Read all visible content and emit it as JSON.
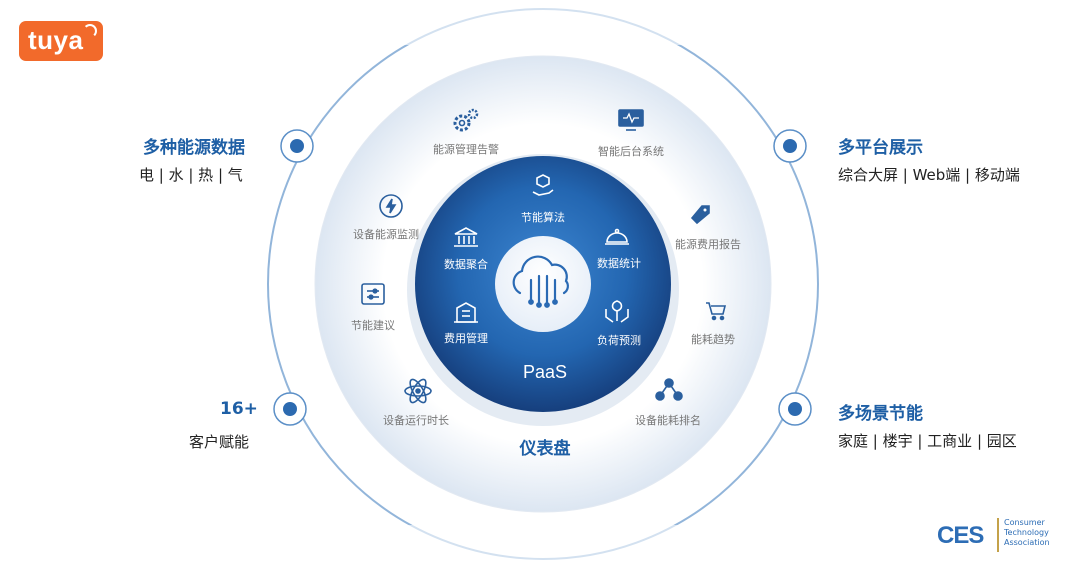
{
  "logo": {
    "text": "tuya"
  },
  "core": {
    "label": "PaaS"
  },
  "dashboard": {
    "label": "仪表盘"
  },
  "inner_ring": [
    {
      "label": "节能算法",
      "icon": "cube-hand-icon"
    },
    {
      "label": "数据统计",
      "icon": "cloche-icon"
    },
    {
      "label": "负荷预测",
      "icon": "plant-hands-icon"
    },
    {
      "label": "费用管理",
      "icon": "building-icon"
    },
    {
      "label": "数据聚合",
      "icon": "bank-icon"
    }
  ],
  "outer_ring": [
    {
      "label": "能源管理告警",
      "icon": "gears-icon"
    },
    {
      "label": "智能后台系统",
      "icon": "monitor-icon"
    },
    {
      "label": "能源费用报告",
      "icon": "tag-icon"
    },
    {
      "label": "能耗趋势",
      "icon": "cart-icon"
    },
    {
      "label": "设备能耗排名",
      "icon": "network-icon"
    },
    {
      "label": "设备运行时长",
      "icon": "atom-icon"
    },
    {
      "label": "节能建议",
      "icon": "sliders-icon"
    },
    {
      "label": "设备能源监测",
      "icon": "eco-energy-icon"
    }
  ],
  "left_top": {
    "title": "多种能源数据",
    "subtitle": "电 | 水 | 热 | 气"
  },
  "left_bottom": {
    "title": "16+",
    "subtitle": "客户赋能"
  },
  "right_top": {
    "title": "多平台展示",
    "subtitle": "综合大屏 | Web端 | 移动端"
  },
  "right_bottom": {
    "title": "多场景节能",
    "subtitle": "家庭 | 楼宇 | 工商业 | 园区"
  },
  "badge": {
    "ces": "CES",
    "org_line1": "Consumer",
    "org_line2": "Technology",
    "org_line3": "Association"
  },
  "colors": {
    "brand_orange": "#f26a2b",
    "accent_blue": "#1e5fa5",
    "core_blue": "#1d5699"
  }
}
